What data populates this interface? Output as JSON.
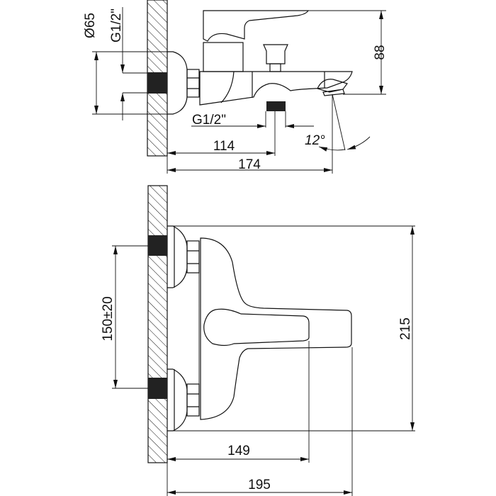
{
  "side_view": {
    "dim_escutcheon_diameter": "Ø65",
    "dim_inlet_thread": "G1/2\"",
    "dim_height": "88",
    "dim_outlet_thread": "G1/2\"",
    "dim_outlet_offset": "114",
    "dim_spout_length": "174",
    "dim_spout_angle": "12°"
  },
  "front_view": {
    "dim_inlet_spacing": "150±20",
    "dim_total_height": "215",
    "dim_lever_reach": "149",
    "dim_total_depth": "195"
  },
  "colors": {
    "line": "#111111",
    "background": "#ffffff"
  }
}
